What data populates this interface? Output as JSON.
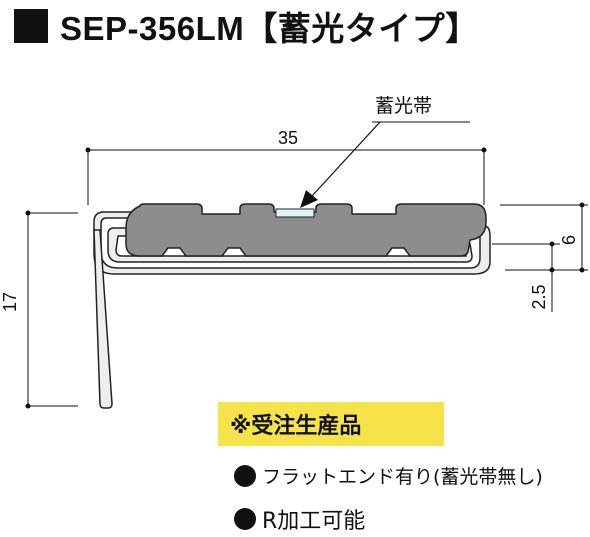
{
  "title": {
    "text": "SEP-356LM【蓄光タイプ】"
  },
  "drawing": {
    "dimensions": {
      "width": "35",
      "height": "17",
      "depth": "6",
      "slot": "2.5"
    },
    "callout": "蓄光帯"
  },
  "note": {
    "text": "※受注生産品"
  },
  "bullets": [
    {
      "text": "フラットエンド有り(蓄光帯無し)"
    },
    {
      "text": "R加工可能"
    }
  ],
  "colors": {
    "profile_fill": "#8d8d8d",
    "metal_fill": "#eeeeee",
    "luminous_strip": "#dff4f8",
    "note_background": "#f6e34a"
  }
}
